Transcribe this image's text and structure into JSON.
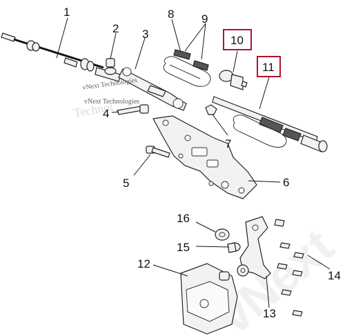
{
  "callouts": {
    "c1": "1",
    "c2": "2",
    "c3": "3",
    "c4": "4",
    "c5": "5",
    "c6": "6",
    "c7": "7",
    "c8": "8",
    "c9": "9",
    "c10": "10",
    "c11": "11",
    "c12": "12",
    "c13": "13",
    "c14": "14",
    "c15": "15",
    "c16": "16"
  },
  "highlighted_callouts": [
    "10",
    "11"
  ],
  "highlight_color": "#b0122a",
  "watermark": {
    "line1": "vNext Technologies",
    "line2": "vNext Technologies",
    "line3": "Technol"
  }
}
